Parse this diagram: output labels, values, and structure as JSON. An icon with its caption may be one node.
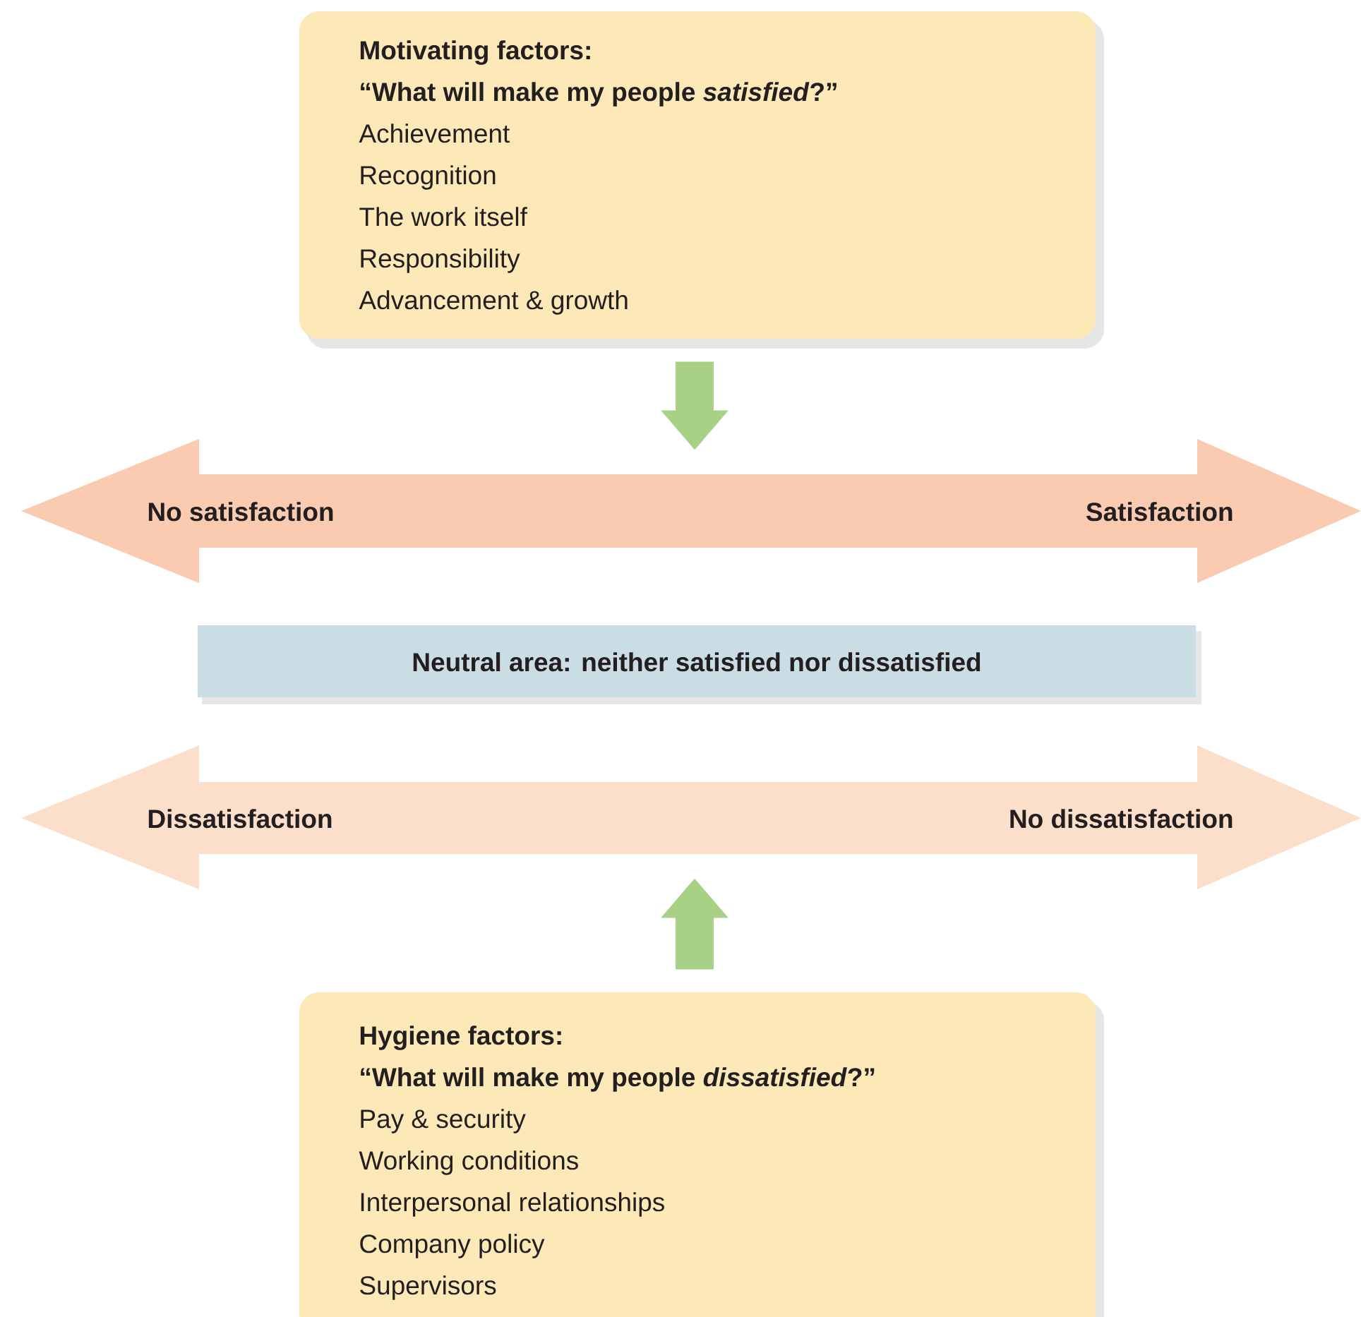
{
  "diagram": {
    "nodes": [
      {
        "text": [
          "Motivating factors:",
          "“What will make my people *satisfied*?”",
          "Achievement",
          "Recognition",
          "The work itself",
          "Responsibility",
          "Advancement & growth"
        ]
      },
      {
        "text": [
          "No satisfaction",
          "Satisfaction"
        ]
      },
      {
        "text": [
          "Neutral area: neither satisfied nor dissatisfied"
        ]
      },
      {
        "text": [
          "Dissatisfaction",
          "No dissatisfaction"
        ]
      },
      {
        "text": [
          "Hygiene factors:",
          "“What will make my people *dissatisfied*?”",
          "Pay & security",
          "Working conditions",
          "Interpersonal relationships",
          "Company policy",
          "Supervisors"
        ]
      }
    ],
    "edges": [
      {
        "from": 0,
        "to": 1,
        "arrow": "to"
      },
      {
        "from": 4,
        "to": 3,
        "arrow": "to"
      }
    ]
  }
}
